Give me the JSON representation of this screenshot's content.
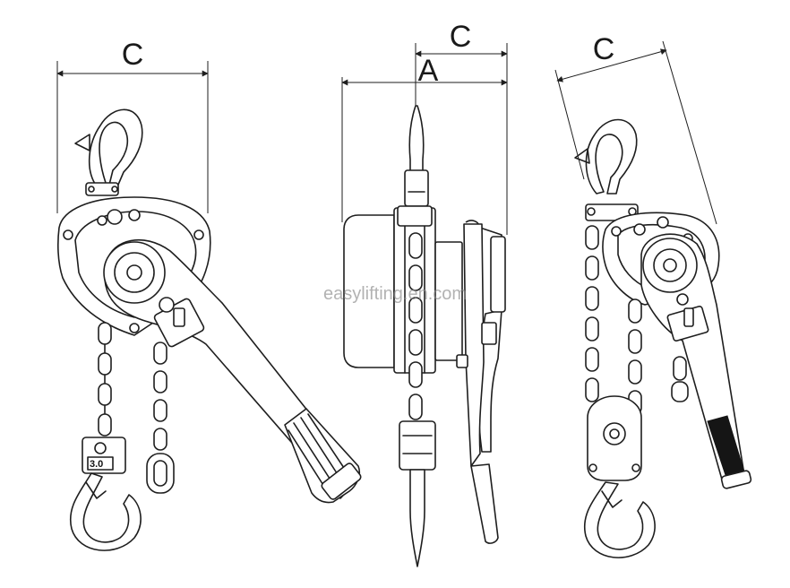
{
  "dimensions": {
    "left_view": {
      "width_label": "C"
    },
    "side_view": {
      "depth_label_top": "C",
      "depth_label_bottom": "A"
    },
    "right_view": {
      "width_label": "C"
    }
  },
  "capacity_plate": {
    "text": "3.0"
  },
  "watermark": {
    "text": "easylifting.en.com"
  },
  "colors": {
    "line": "#1e1e1e",
    "background": "#ffffff",
    "watermark": "#8a8a8a"
  }
}
